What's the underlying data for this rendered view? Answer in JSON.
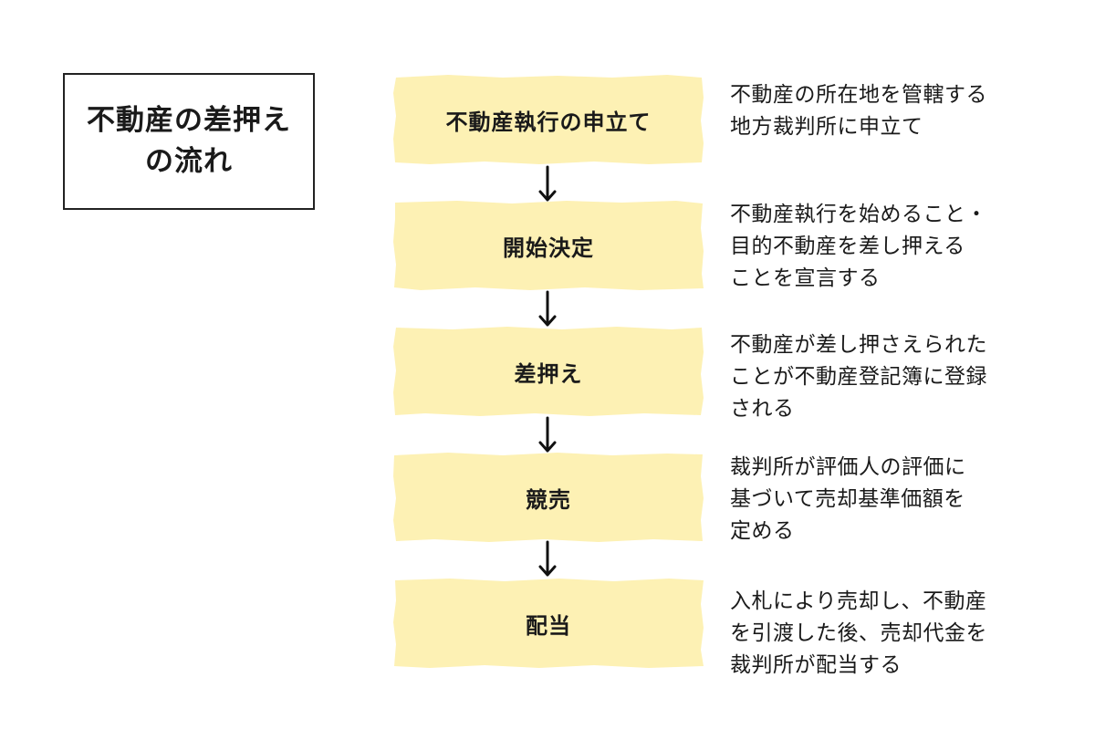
{
  "title": "不動産の差押え\nの流れ",
  "fill_color": "#fdf1b4",
  "steps": [
    {
      "label": "不動産執行の申立て",
      "description": "不動産の所在地を管轄する\n地方裁判所に申立て"
    },
    {
      "label": "開始決定",
      "description": "不動産執行を始めること・\n目的不動産を差し押える\nことを宣言する"
    },
    {
      "label": "差押え",
      "description": "不動産が差し押さえられた\nことが不動産登記簿に登録\nされる"
    },
    {
      "label": "競売",
      "description": "裁判所が評価人の評価に\n基づいて売却基準価額を\n定める"
    },
    {
      "label": "配当",
      "description": "入札により売却し、不動産\nを引渡した後、売却代金を\n裁判所が配当する"
    }
  ]
}
